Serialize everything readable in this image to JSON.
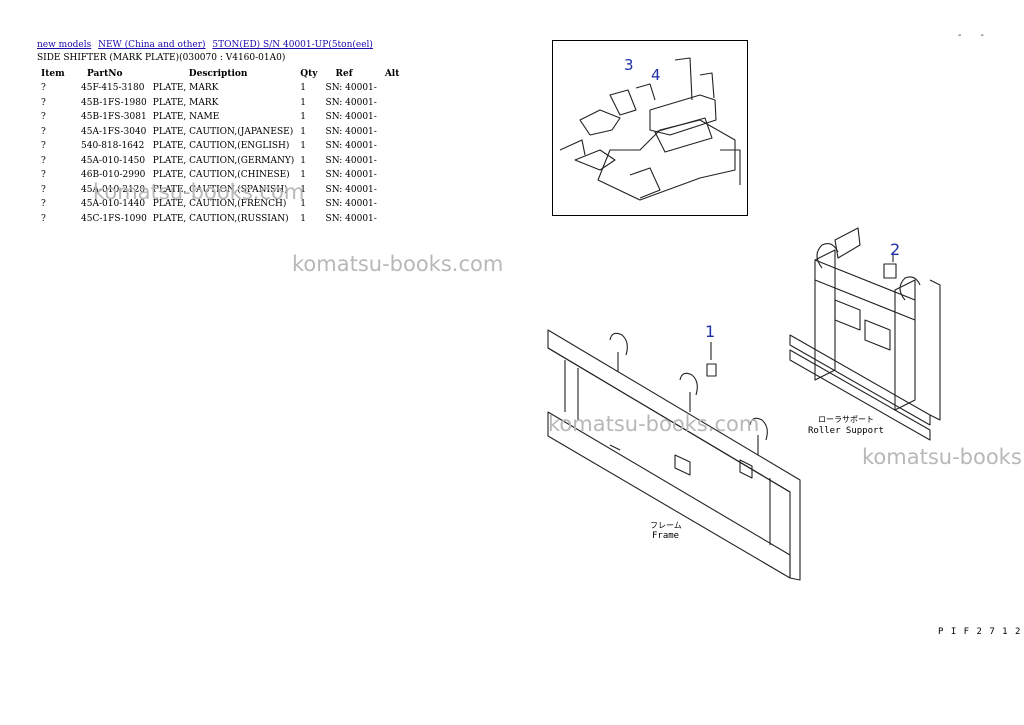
{
  "breadcrumb": [
    "new models",
    "NEW (China and other)",
    "5TON(ED) S/N 40001-UP(5ton(eel)"
  ],
  "subtitle": "SIDE SHIFTER (MARK PLATE)(030070 : V4160-01A0)",
  "table": {
    "headers": [
      "Item",
      "PartNo",
      "Description",
      "Qty",
      "Ref",
      "Alt"
    ],
    "rows": [
      [
        "?",
        "45F-415-3180",
        "PLATE, MARK",
        "1",
        "SN: 40001-",
        ""
      ],
      [
        "?",
        "45B-1FS-1980",
        "PLATE, MARK",
        "1",
        "SN: 40001-",
        ""
      ],
      [
        "?",
        "45B-1FS-3081",
        "PLATE, NAME",
        "1",
        "SN: 40001-",
        ""
      ],
      [
        "?",
        "45A-1FS-3040",
        "PLATE, CAUTION,(JAPANESE)",
        "1",
        "SN: 40001-",
        ""
      ],
      [
        "?",
        "540-818-1642",
        "PLATE, CAUTION,(ENGLISH)",
        "1",
        "SN: 40001-",
        ""
      ],
      [
        "?",
        "45A-010-1450",
        "PLATE, CAUTION,(GERMANY)",
        "1",
        "SN: 40001-",
        ""
      ],
      [
        "?",
        "46B-010-2990",
        "PLATE, CAUTION,(CHINESE)",
        "1",
        "SN: 40001-",
        ""
      ],
      [
        "?",
        "45A-010-2120",
        "PLATE, CAUTION,(SPANISH)",
        "1",
        "SN: 40001-",
        ""
      ],
      [
        "?",
        "45A-010-1440",
        "PLATE, CAUTION,(FRENCH)",
        "1",
        "SN: 40001-",
        ""
      ],
      [
        "?",
        "45C-1FS-1090",
        "PLATE, CAUTION,(RUSSIAN)",
        "1",
        "SN: 40001-",
        ""
      ]
    ]
  },
  "watermark": "komatsu-books.com",
  "watermark_cut": "komatsu-books",
  "figure": {
    "callouts": [
      "1",
      "2",
      "3",
      "4"
    ],
    "label_roller_jp": "ローラサポート",
    "label_roller_en": "Roller Support",
    "label_frame_jp": "フレーム",
    "label_frame_en": "Frame",
    "figure_code": "P I F 2 7 1 2",
    "corner_marks": "- -"
  },
  "colors": {
    "link": "#1a0dab",
    "callout": "#1f2fa8",
    "watermark": "#b8b8b8"
  }
}
